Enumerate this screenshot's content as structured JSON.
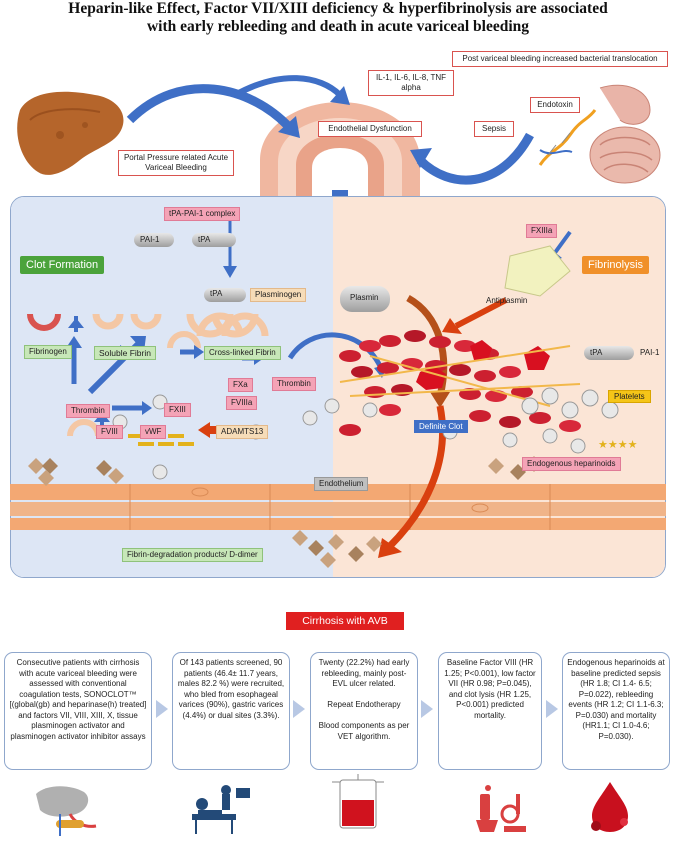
{
  "title_line1": "Heparin-like Effect, Factor VII/XIII deficiency & hyperfibrinolysis are associated",
  "title_line2": "with early rebleeding and death in acute variceal bleeding",
  "top": {
    "cytokines": "IL-1, IL-6, IL-8, TNF alpha",
    "translocation": "Post variceal bleeding increased bacterial translocation",
    "endothelial_dysfunction": "Endothelial Dysfunction",
    "portal": "Portal Pressure related Acute Variceal Bleeding",
    "endotoxin": "Endotoxin",
    "sepsis": "Sepsis"
  },
  "left_panel": {
    "tpa_pai1_complex": "tPA-PAI-1 complex",
    "pai1": "PAI-1",
    "tpa_top": "tPA",
    "tpa_mid": "tPA",
    "plasminogen": "Plasminogen",
    "clot_formation": "Clot Formation",
    "fibrinogen": "Fibrinogen",
    "soluble_fibrin": "Soluble Fibrin",
    "crosslinked_fibrin": "Cross-linked Fibrin",
    "thrombin_left": "Thrombin",
    "fxiii": "FXIII",
    "fviii": "FVIII",
    "vwf": "vWF",
    "adamts13": "ADAMTS13",
    "fxa": "FXa",
    "fviiia": "FVIIIa",
    "thrombin_mid": "Thrombin"
  },
  "right_panel": {
    "fxiiia": "FXIIIa",
    "fibrinolysis": "Fibrinolysis",
    "plasmin": "Plasmin",
    "antiplasmin": "Antiplasmin",
    "tpa": "tPA",
    "pai1": "PAI-1",
    "platelets": "Platelets",
    "definite_clot": "Definite Clot",
    "endogenous_heparinoids": "Endogenous heparinoids"
  },
  "endothelium": "Endothelium",
  "fdp": "Fibrin-degradation products/ D-dimer",
  "cirrhosis_banner": "Cirrhosis with AVB",
  "cards": [
    "Consecutive patients with cirrhosis with acute variceal bleeding were assessed with conventional coagulation tests, SONOCLOT™ [(global(gb) and heparinase(h) treated] and factors VII, VIII, XIII, X, tissue plasminogen activator and plasminogen activator inhibitor assays",
    "Of 143 patients screened, 90 patients (46.4± 11.7 years, males 82.2 %) were recruited, who bled from esophageal varices (90%), gastric varices (4.4%) or dual sites (3.3%).",
    "Twenty (22.2%) had early rebleeding, mainly post-EVL ulcer related.\n\nRepeat Endotherapy\n\nBlood components as per VET algorithm.",
    "Baseline Factor VIII (HR 1.25; P<0.001), low factor VII (HR 0.98; P=0.045), and clot lysis (HR 1.25, P<0.001) predicted mortality.",
    "Endogenous heparinoids at baseline predicted sepsis (HR 1.8; CI 1.4- 6.5; P=0.022), rebleeding events (HR 1.2; CI 1.1-6.3; P=0.030) and mortality (HR1.1; CI 1.0-4.6; P=0.030)."
  ],
  "icons": [
    "liver-pancreas-icon",
    "endoscopy-icon",
    "blood-bag-icon",
    "microscope-icon",
    "blood-drop-icon"
  ],
  "colors": {
    "left_panel_bg": "#dde6f5",
    "right_panel_bg": "#fbe5d6",
    "arrow_blue": "#3f6fc6",
    "arrow_red": "#d9400f",
    "banner_red": "#e02020",
    "rbc_red": "#cc2030"
  }
}
